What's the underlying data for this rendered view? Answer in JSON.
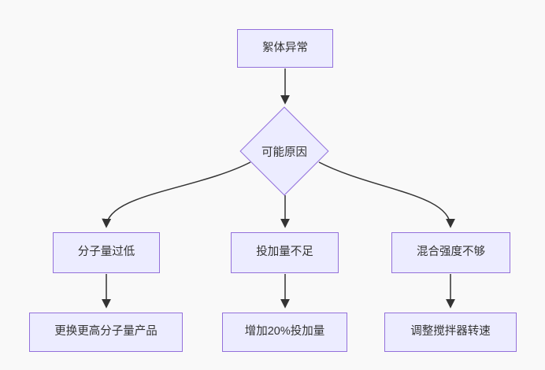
{
  "diagram": {
    "type": "flowchart",
    "direction": "top-down",
    "colors": {
      "background": "#f9f9f9",
      "node_fill": "#ECECFF",
      "node_border": "#9370DB",
      "edge_color": "#333333",
      "text_color": "#333333"
    },
    "nodes": {
      "problem": {
        "label": "絮体异常",
        "shape": "rectangle"
      },
      "decision": {
        "label": "可能原因",
        "shape": "diamond"
      },
      "cause1": {
        "label": "分子量过低",
        "shape": "rectangle"
      },
      "cause2": {
        "label": "投加量不足",
        "shape": "rectangle"
      },
      "cause3": {
        "label": "混合强度不够",
        "shape": "rectangle"
      },
      "action1": {
        "label": "更换更高分子量产品",
        "shape": "rectangle"
      },
      "action2": {
        "label": "增加20%投加量",
        "shape": "rectangle"
      },
      "action3": {
        "label": "调整搅拌器转速",
        "shape": "rectangle"
      }
    },
    "edges": [
      {
        "from": "絮体异常",
        "to": "可能原因"
      },
      {
        "from": "可能原因",
        "to": "分子量过低"
      },
      {
        "from": "可能原因",
        "to": "投加量不足"
      },
      {
        "from": "可能原因",
        "to": "混合强度不够"
      },
      {
        "from": "分子量过低",
        "to": "更换更高分子量产品"
      },
      {
        "from": "投加量不足",
        "to": "增加20%投加量"
      },
      {
        "from": "混合强度不够",
        "to": "调整搅拌器转速"
      }
    ]
  }
}
